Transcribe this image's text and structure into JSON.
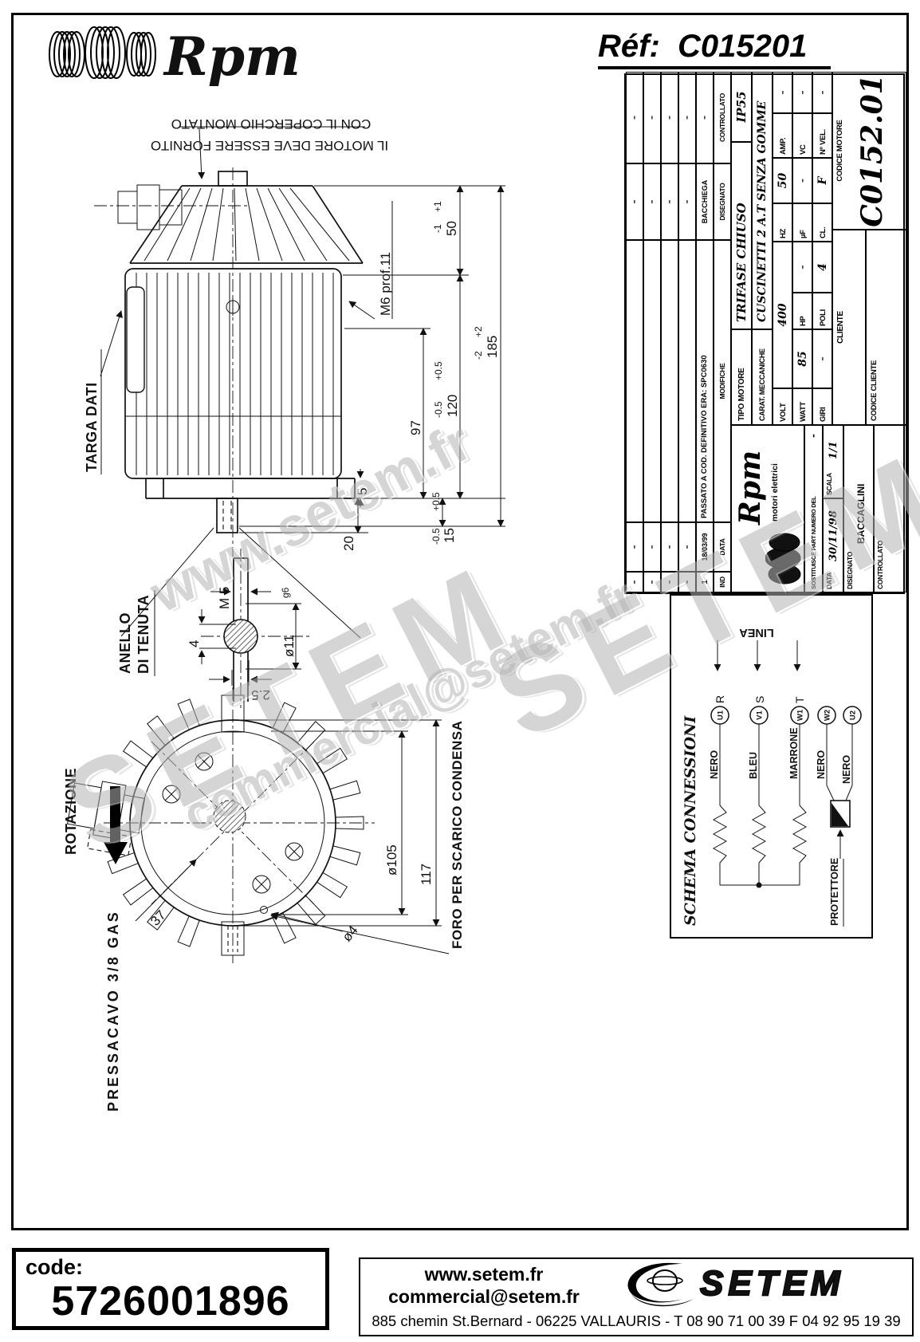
{
  "header": {
    "brand": "Rpm",
    "ref_label": "Réf:",
    "ref_value": "C015201"
  },
  "watermarks": {
    "w1": "www.setem.fr",
    "w2": "SETEM",
    "w3": "commercial@setem.fr",
    "w4": "SETEM"
  },
  "drawing": {
    "note_line1": "IL MOTORE DEVE ESSERE FORNITO",
    "note_line2": "CON IL COPERCHIO MONTATO",
    "targa_dati": "TARGA DATI",
    "anello_1": "ANELLO",
    "anello_2": "DI TENUTA",
    "rotazione": "ROTAZIONE",
    "pressacavo": "PRESSACAVO 3/8 GAS",
    "foro": "FORO PER SCARICO CONDENSA",
    "m6": "M6 prof.11",
    "m5": "M 5",
    "dims": {
      "d50": "50",
      "d50p": "+1",
      "d50m": "-1",
      "d120": "120",
      "d120p": "+0.5",
      "d120m": "-0.5",
      "d97": "97",
      "d185": "185",
      "d185p": "+2",
      "d185m": "-2",
      "d15": "15",
      "d15p": "+0.5",
      "d15m": "-0.5",
      "d20": "20",
      "d5": "5",
      "d4": "4",
      "d25": "2.5",
      "d11": "ø11",
      "d11t": "g6",
      "d105": "ø105",
      "d117": "117",
      "d37": "37",
      "dia4": "ø4"
    }
  },
  "titleblock": {
    "revision": {
      "dash": "-",
      "row1": {
        "ind": "1",
        "data": "18/03/99",
        "modifiche": "PASSATO A COD. DEFINITIVO ERA: SPC0630",
        "disegnato": "BACCHIEGA",
        "controllato": "-"
      },
      "headers": {
        "ind": "IND",
        "data": "DATA",
        "modifiche": "MODIFICHE",
        "disegnato": "DISEGNATO",
        "controllato": "CONTROLLATO"
      }
    },
    "tipo_label": "TIPO MOTORE",
    "tipo": "TRIFASE CHIUSO",
    "ip": "IP55",
    "carat_label": "CARAT. MECCANICHE",
    "carat": "CUSCINETTI 2 A.T SENZA GOMME",
    "volt_label": "VOLT",
    "volt": "400",
    "hz_label": "HZ",
    "hz": "50",
    "amp_label": "AMP.",
    "amp": "-",
    "watt_label": "WATT",
    "watt": "85",
    "hp_label": "HP",
    "hp": "-",
    "uf_label": "µF",
    "uf": "-",
    "vc_label": "VC",
    "vc": "-",
    "giri_label": "GIRI",
    "giri": "-",
    "poli_label": "POLI",
    "poli": "4",
    "cl_label": "CL.",
    "cl": "F",
    "nvel_label": "Nº VEL.",
    "nvel": "-",
    "cliente_label": "CLIENTE",
    "codice_cliente_label": "CODICE CLIENTE",
    "codice_motore_label": "CODICE MOTORE",
    "codice_motore": "C0152.01",
    "logo_brand": "Rpm",
    "logo_sub": "motori elettrici",
    "sostituisce_label": "SOSTITUISCE PART NUMERO DEL",
    "sostituisce": "-",
    "data_label": "DATA",
    "data": "30/11/98",
    "scala_label": "SCALA",
    "scala": "1/1",
    "disegnato_label": "DISEGNATO",
    "disegnato": "BACCAGLINI",
    "controllato_label": "CONTROLLATO"
  },
  "schema": {
    "title": "SCHEMA CONNESSIONI",
    "linea": "LINEA",
    "phases": [
      "R",
      "S",
      "T"
    ],
    "terminals": [
      "U1",
      "V1",
      "W1",
      "W2",
      "U2"
    ],
    "wires": [
      "NERO",
      "BLEU",
      "MARRONE",
      "NERO",
      "NERO"
    ],
    "protettore": "PROTETTORE"
  },
  "footer": {
    "code_label": "code:",
    "code_value": "5726001896",
    "url": "www.setem.fr",
    "email": "commercial@setem.fr",
    "brand": "SETEM",
    "address": "885 chemin St.Bernard - 06225 VALLAURIS - T 08 90 71 00 39  F 04 92 95 19 39"
  }
}
